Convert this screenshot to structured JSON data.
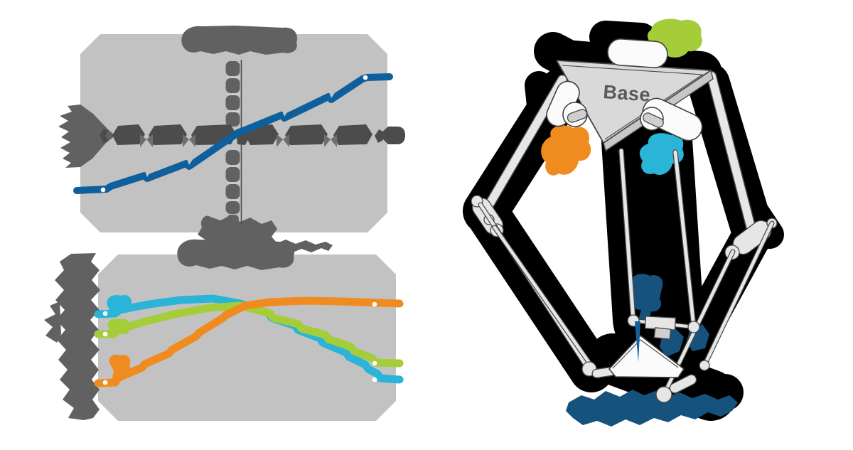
{
  "page": {
    "background": "#ffffff"
  },
  "colors": {
    "panel": "#c2c2c2",
    "blob": "#616161",
    "blob_dark": "#4c4c4c",
    "blob_mid": "#6e6e6e",
    "blue": "#0e5f9e",
    "cyan": "#29b4d8",
    "green": "#a5cd39",
    "orange": "#f08b1f",
    "annotation_blue": "#16527e",
    "ink": "#000000",
    "plate": "#d9d9d9",
    "plate_edge": "#c7c7c7",
    "metal": "#e6e6e6",
    "metal_dark": "#474747",
    "white_part": "#fbfbfb",
    "base_text": "#58595b",
    "needle": "#14609c"
  },
  "chart_data": [
    {
      "type": "line",
      "title": "(obscured scribble)",
      "xlabel": "(obscured scribble)",
      "ylabel": "(obscured scribble)",
      "tick_labels": "(obscured scribbles)",
      "grid": false,
      "legend": "none",
      "stroke_width": 10,
      "dot_radius": 3.3,
      "series": [
        {
          "name": "blue-joint-curve",
          "color": "#0e5f9e",
          "trend": "monotonic increasing S-curve through plot center",
          "points": [
            [
              108,
              268
            ],
            [
              150,
              266
            ],
            [
              156,
              262
            ],
            [
              203,
              247
            ],
            [
              207,
              251
            ],
            [
              262,
              230
            ],
            [
              266,
              234
            ],
            [
              336,
              186
            ],
            [
              342,
              184
            ],
            [
              396,
              162
            ],
            [
              400,
              166
            ],
            [
              462,
              136
            ],
            [
              466,
              140
            ],
            [
              510,
              111
            ],
            [
              516,
              109
            ],
            [
              548,
              108
            ]
          ],
          "dots": [
            [
              145,
              267
            ],
            [
              514,
              109
            ]
          ]
        }
      ]
    },
    {
      "type": "line",
      "title": "(obscured scribble)",
      "xlabel": "(obscured scribble)",
      "ylabel": "(obscured scribble)",
      "tick_labels": "(obscured scribbles)",
      "grid": false,
      "legend": "obscured color blobs at left line ends",
      "stroke_width": 11,
      "dot_radius": 3.3,
      "series": [
        {
          "name": "cyan-joint-angle",
          "color": "#29b4d8",
          "trend": "high flat arc on left, falls after center crossing",
          "points": [
            [
              138,
              442
            ],
            [
              162,
              441
            ],
            [
              168,
              436
            ],
            [
              210,
              428
            ],
            [
              255,
              422
            ],
            [
              300,
              420
            ],
            [
              338,
              427
            ],
            [
              378,
              441
            ],
            [
              382,
              447
            ],
            [
              415,
              458
            ],
            [
              419,
              464
            ],
            [
              450,
              476
            ],
            [
              454,
              482
            ],
            [
              487,
              496
            ],
            [
              491,
              502
            ],
            [
              514,
              513
            ],
            [
              518,
              519
            ],
            [
              531,
              526
            ],
            [
              535,
              532
            ],
            [
              562,
              534
            ]
          ],
          "dots": [
            [
              148,
              441
            ],
            [
              527,
              534
            ]
          ]
        },
        {
          "name": "green-joint-angle",
          "color": "#a5cd39",
          "trend": "middle curve, gentle rise then gentle fall",
          "points": [
            [
              138,
              470
            ],
            [
              160,
              470
            ],
            [
              166,
              464
            ],
            [
              205,
              452
            ],
            [
              250,
              441
            ],
            [
              295,
              433
            ],
            [
              338,
              430
            ],
            [
              380,
              441
            ],
            [
              384,
              447
            ],
            [
              420,
              456
            ],
            [
              424,
              462
            ],
            [
              458,
              471
            ],
            [
              462,
              477
            ],
            [
              494,
              488
            ],
            [
              498,
              494
            ],
            [
              524,
              504
            ],
            [
              528,
              510
            ],
            [
              562,
              511
            ]
          ],
          "dots": [
            [
              148,
              470
            ],
            [
              527,
              511
            ]
          ]
        },
        {
          "name": "orange-joint-angle",
          "color": "#f08b1f",
          "trend": "low on left, rises steeply, flat high after crossing",
          "points": [
            [
              138,
              539
            ],
            [
              162,
              538
            ],
            [
              167,
              531
            ],
            [
              200,
              517
            ],
            [
              204,
              512
            ],
            [
              238,
              497
            ],
            [
              242,
              492
            ],
            [
              276,
              473
            ],
            [
              280,
              468
            ],
            [
              314,
              447
            ],
            [
              318,
              443
            ],
            [
              345,
              430
            ],
            [
              380,
              425
            ],
            [
              430,
              423
            ],
            [
              480,
              424
            ],
            [
              562,
              427
            ]
          ],
          "dots": [
            [
              148,
              538
            ],
            [
              527,
              428
            ]
          ]
        }
      ]
    }
  ],
  "robot": {
    "base_label": "Base",
    "annotations": [
      {
        "name": "green-annotation-blob",
        "color": "#a5cd39"
      },
      {
        "name": "orange-annotation-blob",
        "color": "#f08b1f"
      },
      {
        "name": "cyan-annotation-blob",
        "color": "#29b4d8"
      },
      {
        "name": "dark-blue-annotation-blobs",
        "color": "#16527e"
      }
    ]
  }
}
